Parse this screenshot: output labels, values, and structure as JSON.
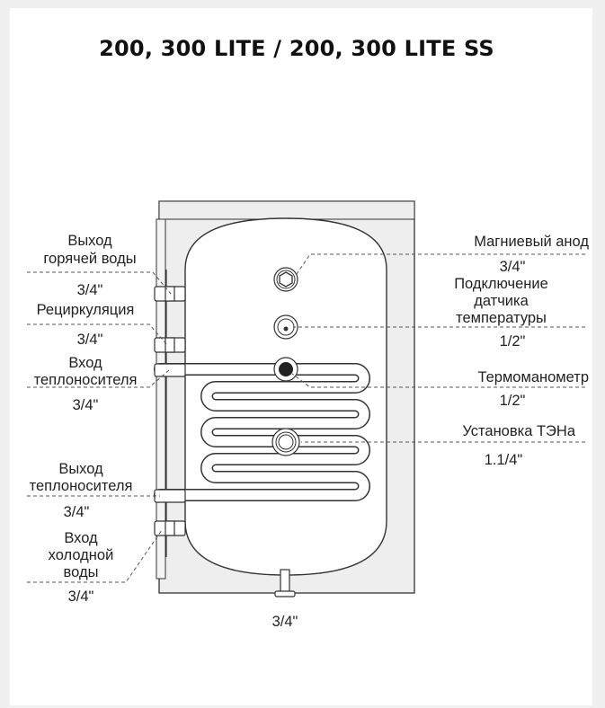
{
  "title": "200, 300 LITE / 200, 300 LITE SS",
  "connections": {
    "hot_out": {
      "label_1": "Выход",
      "label_2": "горячей воды",
      "size": "3/4\""
    },
    "recirc": {
      "label": "Рециркуляция",
      "size": "3/4\""
    },
    "heat_in": {
      "label_1": "Вход",
      "label_2": "теплоносителя",
      "size": "3/4\""
    },
    "heat_out": {
      "label_1": "Выход",
      "label_2": "теплоносителя",
      "size": "3/4\""
    },
    "cold_in": {
      "label_1": "Вход",
      "label_2": "холодной",
      "label_3": "воды",
      "size": "3/4\""
    },
    "drain": {
      "size": "3/4\""
    },
    "anode": {
      "label": "Магниевый анод",
      "size": "3/4\""
    },
    "sensor": {
      "label_1": "Подключение",
      "label_2": "датчика",
      "label_3": "температуры",
      "size": "1/2\""
    },
    "thermo": {
      "label": "Термоманометр",
      "size": "1/2\""
    },
    "heater": {
      "label": "Установка ТЭНа",
      "size": "1.1/4\""
    }
  },
  "colors": {
    "outline": "#333333",
    "leader": "#555555",
    "casing": "#eeeeee",
    "tank": "#ffffff",
    "background": "#f0f0f0"
  }
}
